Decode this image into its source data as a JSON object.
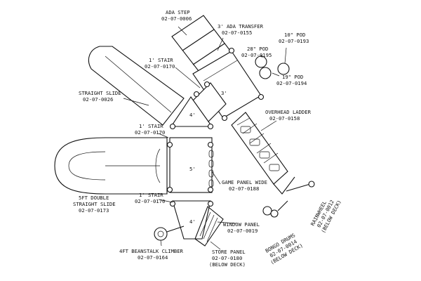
{
  "labels": {
    "ada_step": [
      "ADA STEP",
      "02-07-0006"
    ],
    "ada_transfer": [
      "3' ADA TRANSFER",
      "02-07-0155"
    ],
    "pod_10": [
      "10\" POD",
      "02-07-0193"
    ],
    "pod_28": [
      "28\" POD",
      "02-07-0195"
    ],
    "pod_19": [
      "19\" POD",
      "02-07-0194"
    ],
    "stair_top": [
      "1' STAIR",
      "02-07-0170"
    ],
    "straight_slide": [
      "STRAIGHT SLIDE",
      "02-07-0026"
    ],
    "overhead_ladder": [
      "OVERHEAD LADDER",
      "02-07-0158"
    ],
    "stair_mid": [
      "1' STAIR",
      "02-07-0170"
    ],
    "game_panel": [
      "GAME PANEL WIDE",
      "02-07-0188"
    ],
    "double_slide": [
      "5FT DOUBLE",
      "STRAIGHT SLIDE",
      "02-07-0173"
    ],
    "stair_low": [
      "1' STAIR",
      "02-07-0170"
    ],
    "window_panel": [
      "WINDOW PANEL",
      "02-07-0019"
    ],
    "beanstalk": [
      "4FT BEANSTALK CLIMBER",
      "02-07-0164"
    ],
    "store_panel": [
      "STORE PANEL",
      "02-07-0180",
      "(BELOW DECK)"
    ],
    "rainwheel": [
      "RAINWHEEL",
      "02-07-0012",
      "(BELOW DECK)"
    ],
    "bongo": [
      "BONGO DRUMS",
      "02-07-0014",
      "(BELOW DECK)"
    ]
  },
  "deck_heights": {
    "top_deck": "3'",
    "upper_tri": "4'",
    "main_deck": "5'",
    "lower_tri": "4'"
  }
}
